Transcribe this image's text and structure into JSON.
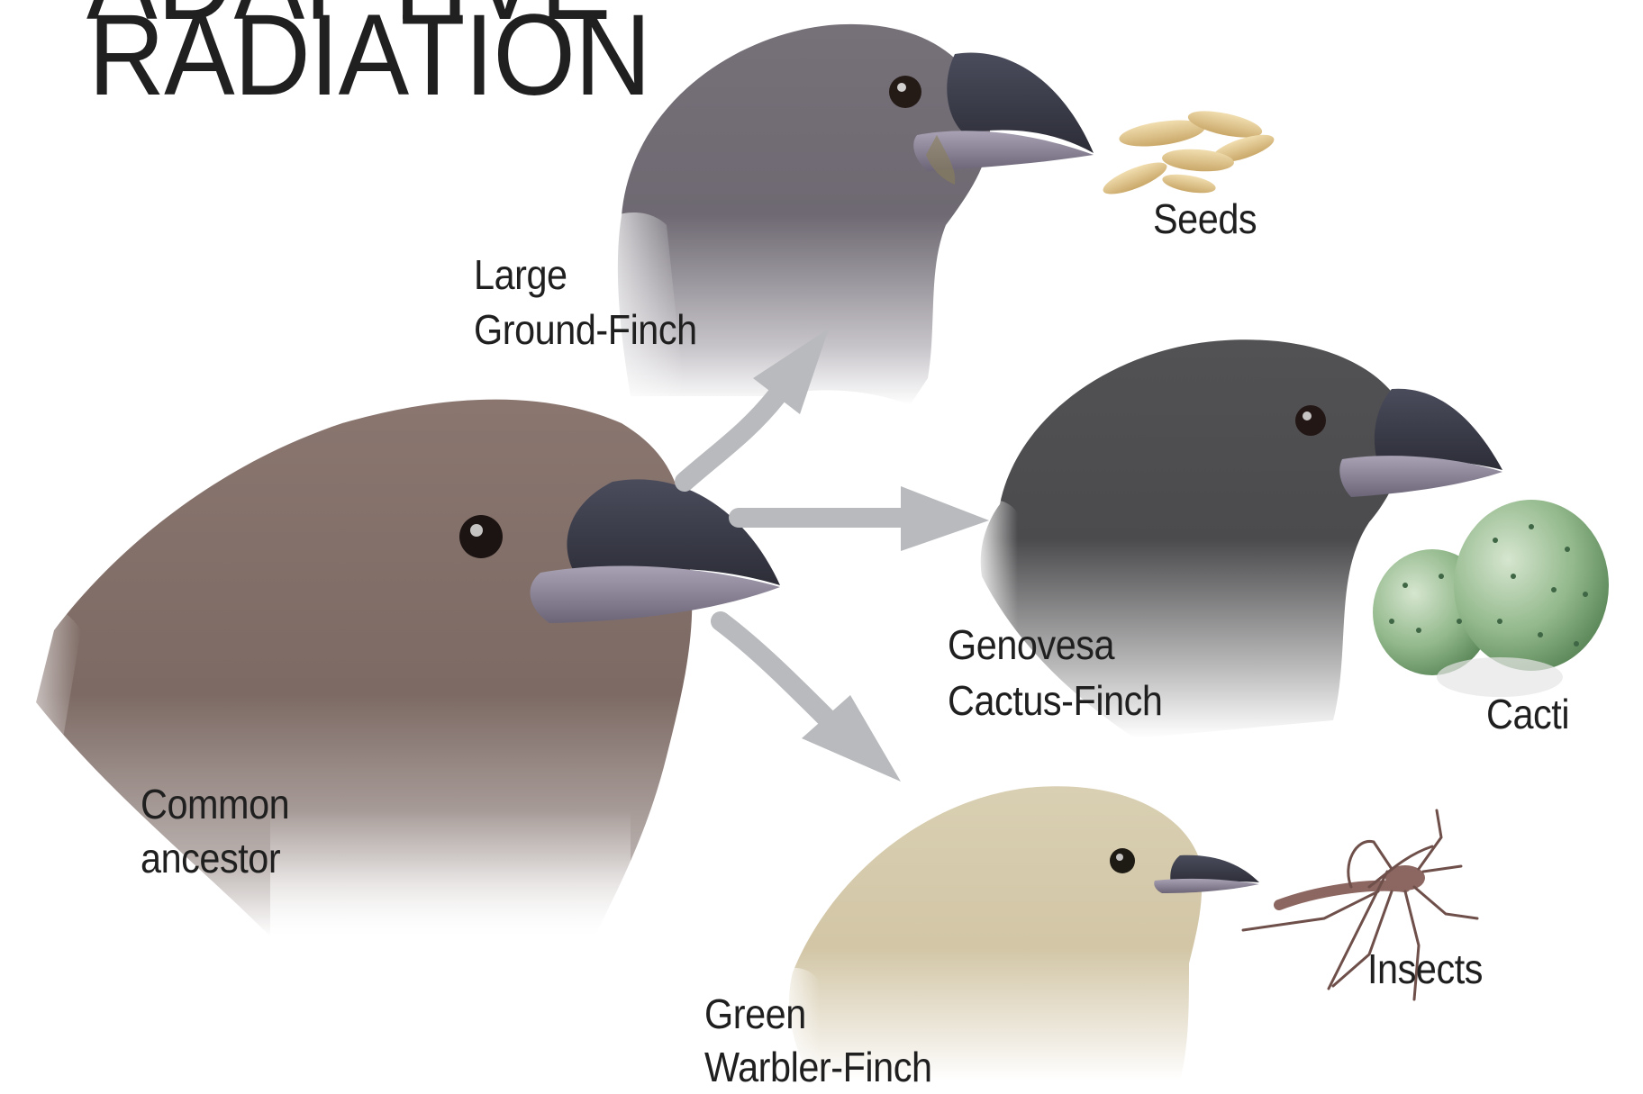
{
  "title": {
    "line1_cut": "ADAPTIVE",
    "line2": "RADIATION"
  },
  "birds": {
    "common_ancestor": {
      "line1": "Common",
      "line2": "ancestor"
    },
    "large_ground_finch": {
      "line1": "Large",
      "line2": "Ground-Finch"
    },
    "genovesa_cactus_finch": {
      "line1": "Genovesa",
      "line2": "Cactus-Finch"
    },
    "green_warbler_finch": {
      "line1": "Green",
      "line2": "Warbler-Finch"
    }
  },
  "foods": {
    "seeds": "Seeds",
    "cacti": "Cacti",
    "insects": "Insects"
  },
  "colors": {
    "ancestor": "#7e6b65",
    "ground_finch": "#6b6670",
    "cactus_finch": "#4a4a4c",
    "warbler_finch": "#d8ccad",
    "beak": "#3b3d4a",
    "arrow": "#b8babd"
  }
}
